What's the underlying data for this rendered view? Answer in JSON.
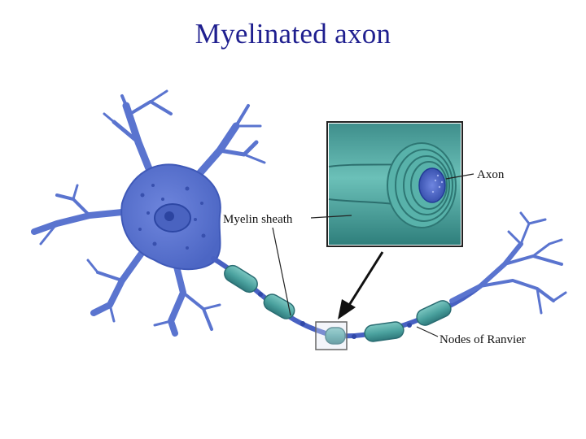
{
  "title": "Myelinated axon",
  "labels": {
    "axon": "Axon",
    "myelin_sheath": "Myelin sheath",
    "nodes_of_ranvier": "Nodes of Ranvier"
  },
  "colors": {
    "title": "#1f1f8f",
    "neuron_body": "#5a74cf",
    "neuron_edge": "#3f59b8",
    "myelin": "#4fa7a4",
    "myelin_edge": "#2a6c72",
    "inset_bg": "#57b5ae",
    "axon_core": "#3c55b0"
  },
  "icons": {
    "pointer_arrow": "arrow-down-left-icon"
  }
}
